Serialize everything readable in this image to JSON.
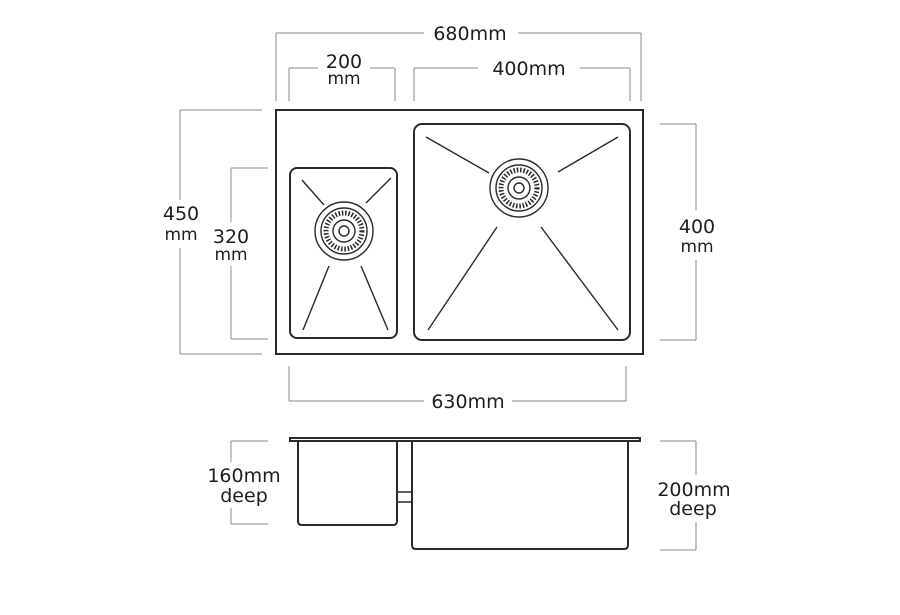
{
  "dimensions": {
    "overall_width": "680mm",
    "small_bowl_width_value": "200",
    "small_bowl_width_unit": "mm",
    "large_bowl_width": "400mm",
    "overall_depth_value": "450",
    "overall_depth_unit": "mm",
    "small_bowl_length_value": "320",
    "small_bowl_length_unit": "mm",
    "large_bowl_length_value": "400",
    "large_bowl_length_unit": "mm",
    "inner_width": "630mm",
    "small_bowl_depth_value": "160mm",
    "small_bowl_depth_unit": "deep",
    "large_bowl_depth_value": "200mm",
    "large_bowl_depth_unit": "deep"
  }
}
